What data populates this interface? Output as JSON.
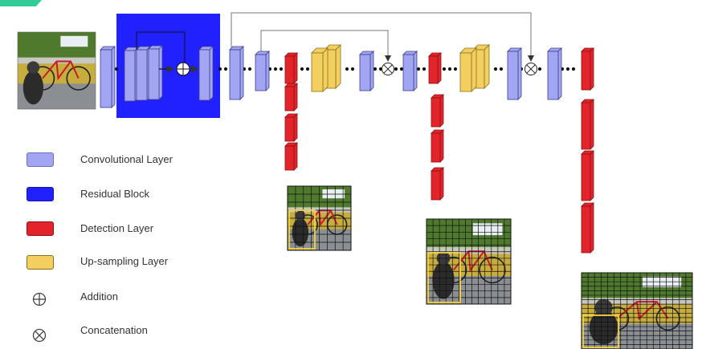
{
  "diagram": {
    "legend": [
      {
        "label": "Convolutional Layer",
        "kind": "conv"
      },
      {
        "label": "Residual Block",
        "kind": "residual"
      },
      {
        "label": "Detection Layer",
        "kind": "detection"
      },
      {
        "label": "Up-sampling Layer",
        "kind": "upsample"
      },
      {
        "label": "Addition",
        "kind": "addition"
      },
      {
        "label": "Concatenation",
        "kind": "concat"
      }
    ],
    "colors": {
      "conv_fill": "#a2a6f2",
      "conv_edge": "#3c3f8c",
      "residual": "#2121ff",
      "detection": "#e3252b",
      "detection_edge": "#8a1015",
      "upsample": "#f2cf5e",
      "upsample_edge": "#8a7020",
      "line": "#333333",
      "accent_tab": "#33cc99"
    },
    "icons": {
      "input_image": "dog-and-bicycle-photo",
      "detection_grids": [
        "dog-bicycle-grid-coarse",
        "dog-bicycle-grid-medium",
        "dog-bicycle-grid-fine"
      ]
    }
  }
}
